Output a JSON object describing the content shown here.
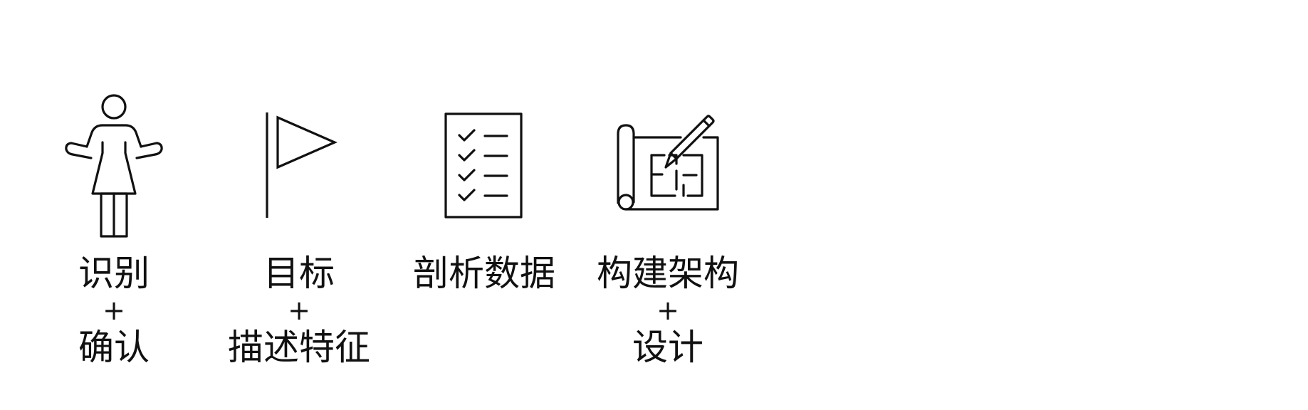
{
  "steps": [
    {
      "icon": "person-shrug-icon",
      "lines": [
        "识别",
        "+",
        "确认"
      ]
    },
    {
      "icon": "flag-icon",
      "lines": [
        "目标",
        "+",
        "描述特征"
      ]
    },
    {
      "icon": "checklist-icon",
      "lines": [
        "剖析数据"
      ]
    },
    {
      "icon": "blueprint-pencil-icon",
      "lines": [
        "构建架构",
        "+",
        "设计"
      ]
    }
  ],
  "colors": {
    "stroke": "#111111",
    "background": "#ffffff"
  }
}
